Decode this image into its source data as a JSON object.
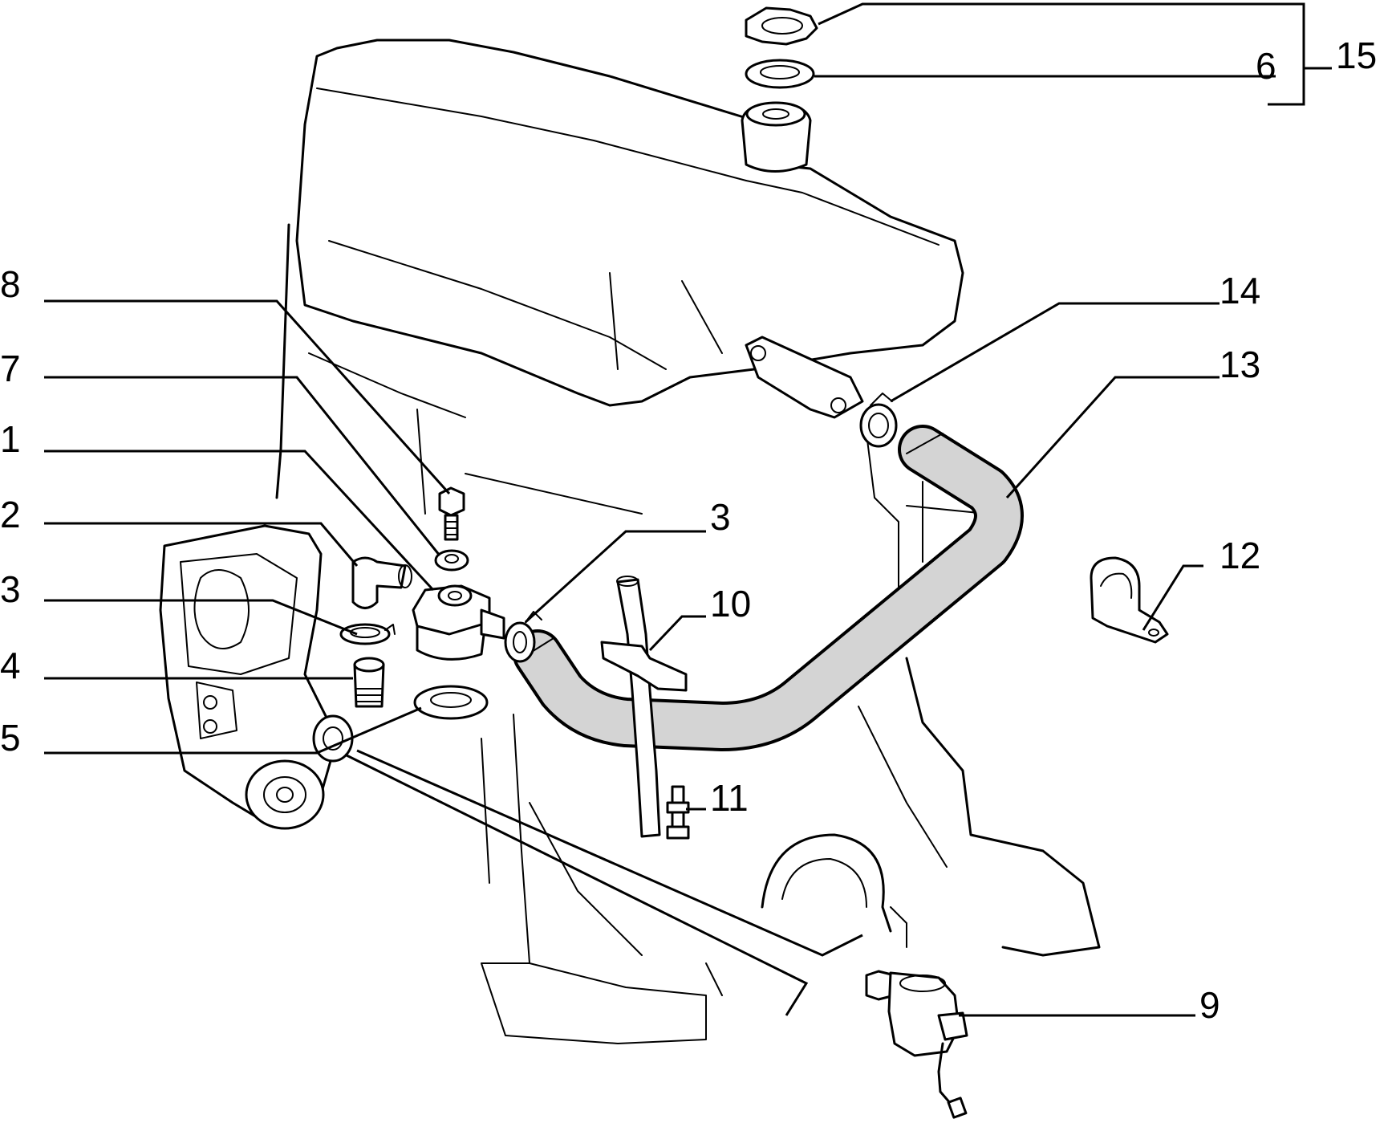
{
  "callouts": [
    {
      "id": "c15",
      "text": "15"
    },
    {
      "id": "c6",
      "text": "6"
    },
    {
      "id": "c14",
      "text": "14"
    },
    {
      "id": "c13",
      "text": "13"
    },
    {
      "id": "c12",
      "text": "12"
    },
    {
      "id": "c8",
      "text": "8"
    },
    {
      "id": "c7",
      "text": "7"
    },
    {
      "id": "c1",
      "text": "1"
    },
    {
      "id": "c2",
      "text": "2"
    },
    {
      "id": "c3a",
      "text": "3"
    },
    {
      "id": "c3b",
      "text": "3"
    },
    {
      "id": "c4",
      "text": "4"
    },
    {
      "id": "c5",
      "text": "5"
    },
    {
      "id": "c10",
      "text": "10"
    },
    {
      "id": "c11",
      "text": "11"
    },
    {
      "id": "c9",
      "text": "9"
    }
  ]
}
